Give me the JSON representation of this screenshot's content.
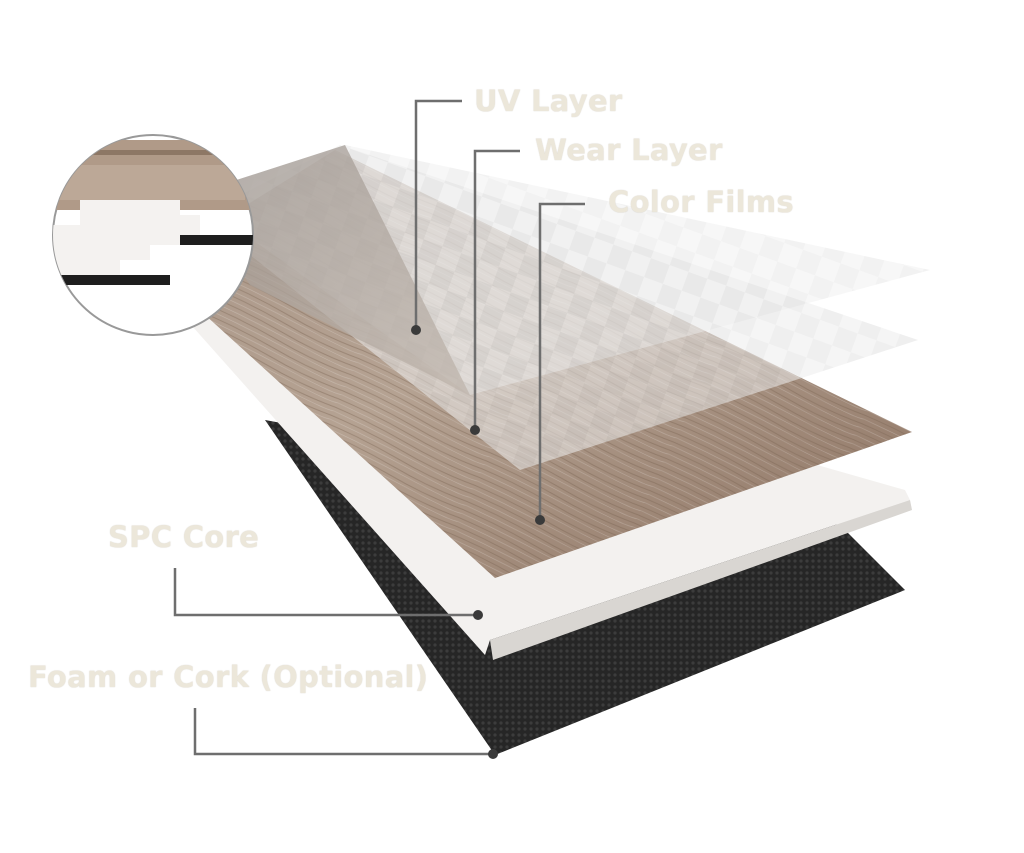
{
  "labels": {
    "uv_layer": "UV Layer",
    "wear_layer": "Wear Layer",
    "color_films": "Color Films",
    "spc_core": "SPC Core",
    "foam_cork": "Foam or Cork (Optional)"
  },
  "colors": {
    "label_text": "#ece7da",
    "leader_line": "#6e6e6e",
    "wood_light": "#b8aa9c",
    "wood_dark": "#8a7564",
    "core_white": "#f2f0ee",
    "backing_dark": "#2a2a2a"
  }
}
